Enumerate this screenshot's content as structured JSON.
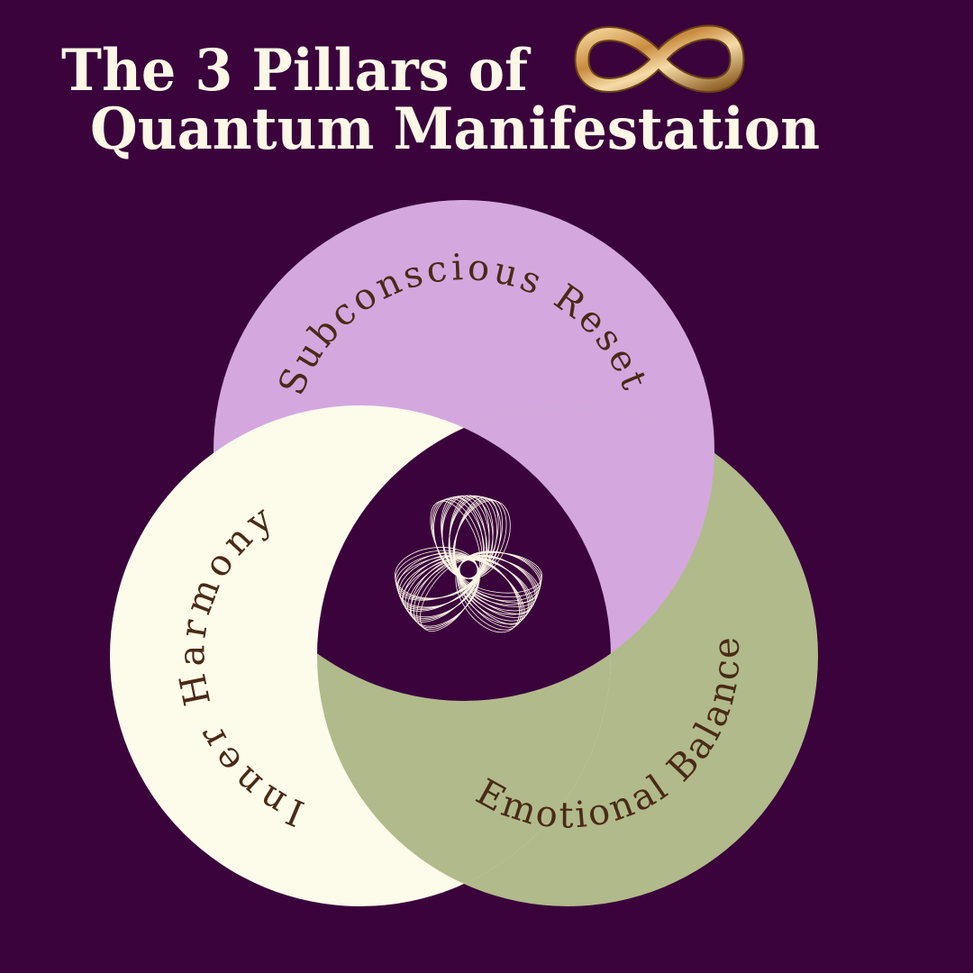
{
  "title": {
    "line1": "The 3 Pillars of",
    "line2": "Quantum Manifestation"
  },
  "icons": {
    "title_icon": "infinity-icon",
    "center_icon": "spirograph-trefoil-icon"
  },
  "pillars": [
    {
      "label": "Subconscious Reset",
      "color": "#d4a8df"
    },
    {
      "label": "Inner Harmony",
      "color": "#fdfbea"
    },
    {
      "label": "Emotional Balance",
      "color": "#b1ba8a"
    }
  ],
  "colors": {
    "background": "#3a033c",
    "title_text": "#fdf8e6",
    "label_text": "#4a2a16",
    "accent_gold": "#d9a85c"
  }
}
